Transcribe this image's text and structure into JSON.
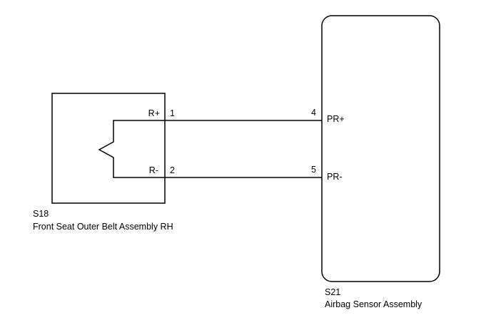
{
  "left_component": {
    "code": "S18",
    "name": "Front Seat Outer Belt Assembly RH",
    "pins": [
      {
        "label": "R+",
        "number": "1"
      },
      {
        "label": "R-",
        "number": "2"
      }
    ]
  },
  "right_component": {
    "code": "S21",
    "name": "Airbag Sensor Assembly",
    "pins": [
      {
        "label": "PR+",
        "number": "4"
      },
      {
        "label": "PR-",
        "number": "5"
      }
    ]
  },
  "colors": {
    "line": "#000000",
    "background": "#ffffff"
  }
}
